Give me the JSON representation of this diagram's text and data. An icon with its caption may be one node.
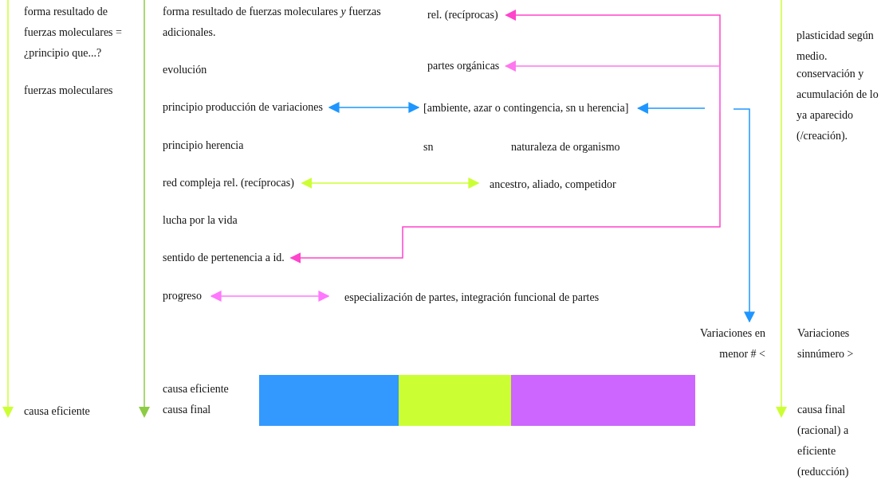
{
  "diagram": {
    "nodes": [
      {
        "text": [
          "forma resultado de fuerzas moleculares = ¿principio que...?"
        ]
      },
      {
        "text": [
          "fuerzas moleculares"
        ]
      },
      {
        "text": [
          "causa eficiente"
        ]
      },
      {
        "text": [
          "forma resultado de fuerzas moleculares *y* fuerzas adicionales."
        ]
      },
      {
        "text": [
          "evolución"
        ]
      },
      {
        "text": [
          "principio producción de variaciones"
        ]
      },
      {
        "text": [
          "principio herencia"
        ]
      },
      {
        "text": [
          "red compleja rel. (recíprocas)"
        ]
      },
      {
        "text": [
          "lucha por la vida"
        ]
      },
      {
        "text": [
          "sentido de pertenencia a id."
        ]
      },
      {
        "text": [
          "progreso"
        ]
      },
      {
        "text": [
          "causa eficiente",
          "causa final"
        ]
      },
      {
        "text": [
          "rel. (recíprocas)"
        ]
      },
      {
        "text": [
          "partes orgánicas"
        ]
      },
      {
        "text": [
          "[ambiente, azar o contingencia, sn u herencia]"
        ]
      },
      {
        "text": [
          "sn"
        ]
      },
      {
        "text": [
          "naturaleza de organismo"
        ]
      },
      {
        "text": [
          "ancestro, aliado, competidor"
        ]
      },
      {
        "text": [
          "especialización de partes, integración funcional de partes"
        ]
      },
      {
        "text": [
          "plasticidad según medio."
        ]
      },
      {
        "text": [
          "conservación y acumulación de lo ya aparecido (/creación)."
        ]
      },
      {
        "text": [
          "Variaciones en menor # <"
        ]
      },
      {
        "text": [
          "Variaciones sinnúmero >"
        ]
      },
      {
        "text": [
          "causa final (racional) a eficiente (reducción)"
        ]
      }
    ],
    "edges": [
      {
        "from": 5,
        "to": 14,
        "arrow": "both",
        "color": "#1e96ff"
      },
      {
        "from": null,
        "to": 14,
        "arrow": "to",
        "color": "#1e96ff"
      },
      {
        "from": null,
        "to": 21,
        "arrow": "to",
        "color": "#1e96ff"
      },
      {
        "from": 7,
        "to": 17,
        "arrow": "both",
        "color": "#ccff33"
      },
      {
        "from": null,
        "to": 12,
        "arrow": "to",
        "color": "#ff44cc"
      },
      {
        "from": null,
        "to": 13,
        "arrow": "to",
        "color": "#ff77ee"
      },
      {
        "from": null,
        "to": 9,
        "arrow": "to",
        "color": "#ff44cc"
      },
      {
        "from": 10,
        "to": 18,
        "arrow": "both",
        "color": "#ff77ff"
      }
    ]
  }
}
